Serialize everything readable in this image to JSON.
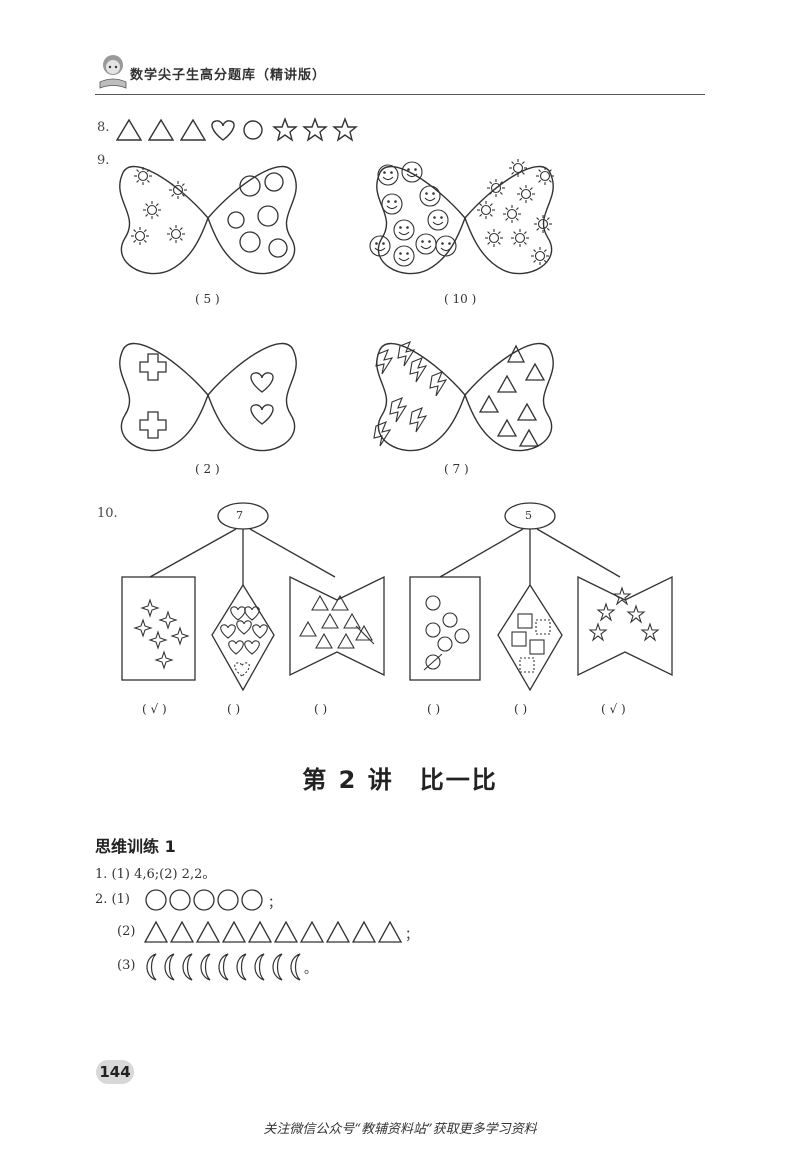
{
  "header": {
    "title": "数学尖子生高分题库（精讲版）"
  },
  "q8": {
    "num": "8."
  },
  "q9": {
    "num": "9.",
    "answers": [
      "( 5 )",
      "( 10 )",
      "( 2 )",
      "( 7 )"
    ]
  },
  "q10": {
    "num": "10.",
    "left_total": "7",
    "right_total": "5",
    "answers": [
      "( √ )",
      "(    )",
      "(    )",
      "(    )",
      "(    )",
      "( √ )"
    ]
  },
  "lesson": {
    "title": "第 2 讲　比一比"
  },
  "section": {
    "title": "思维训练 1"
  },
  "answers": {
    "line1": "1. (1) 4,6;(2) 2,2。",
    "line2_prefix": "2. (1)",
    "line2_suffix": "；",
    "line3_prefix": "(2)",
    "line3_suffix": "；",
    "line4_prefix": "(3)",
    "line4_suffix": "。"
  },
  "page": {
    "number": "144"
  },
  "footer": {
    "text": "关注微信公众号“教辅资料站”获取更多学习资料"
  }
}
